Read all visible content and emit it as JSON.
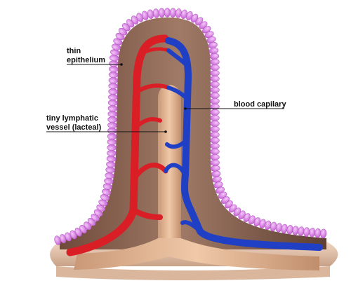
{
  "labels": {
    "epithelium": [
      "thin",
      "epithelium"
    ],
    "blood_capillary": "blood capilary",
    "lacteal": [
      "tiny lymphatic",
      "vessel (lacteal)"
    ]
  },
  "colors": {
    "epithelium": "#d77fe0",
    "tissue": "#8b5e4d",
    "tissue_light": "#d9b9a4",
    "lacteal": "#dcae8a",
    "artery": "#d91e26",
    "vein": "#1f3fc4"
  }
}
